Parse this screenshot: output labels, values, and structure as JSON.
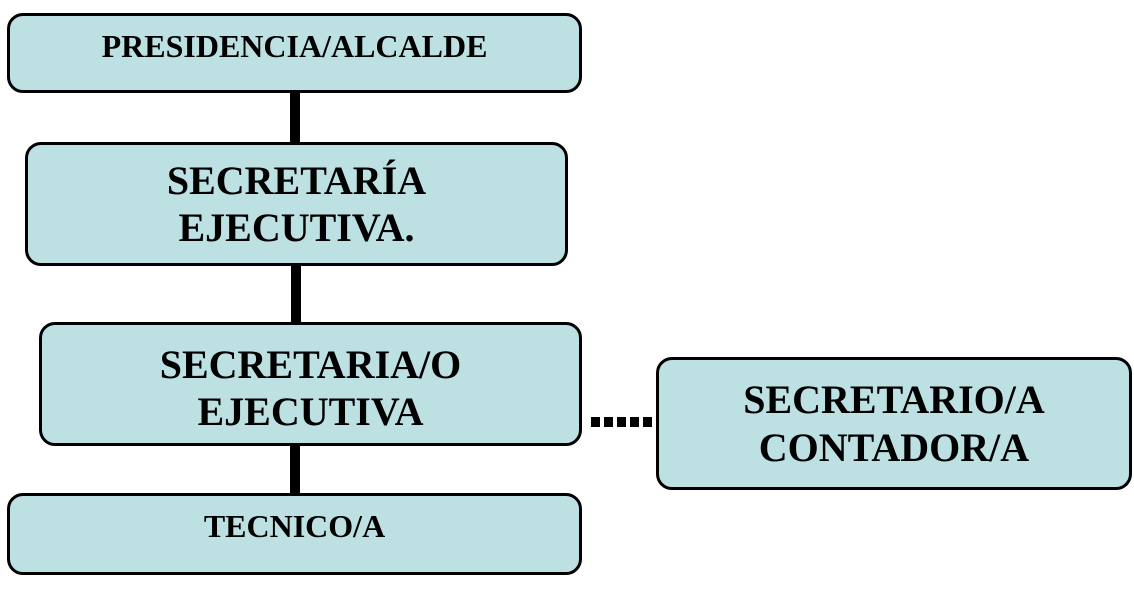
{
  "diagram": {
    "nodes": {
      "presidencia": "PRESIDENCIA/ALCALDE",
      "secretaria_ejecutiva": "SECRETARÍA\nEJECUTIVA.",
      "secretaria_o_ejecutiva": "SECRETARIA/O\nEJECUTIVA",
      "tecnico": "TECNICO/A",
      "secretario_contador": "SECRETARIO/A\nCONTADOR/A"
    },
    "colors": {
      "box_fill": "#bde0e3",
      "box_border": "#000000",
      "text": "#000000",
      "connector": "#000000"
    }
  }
}
